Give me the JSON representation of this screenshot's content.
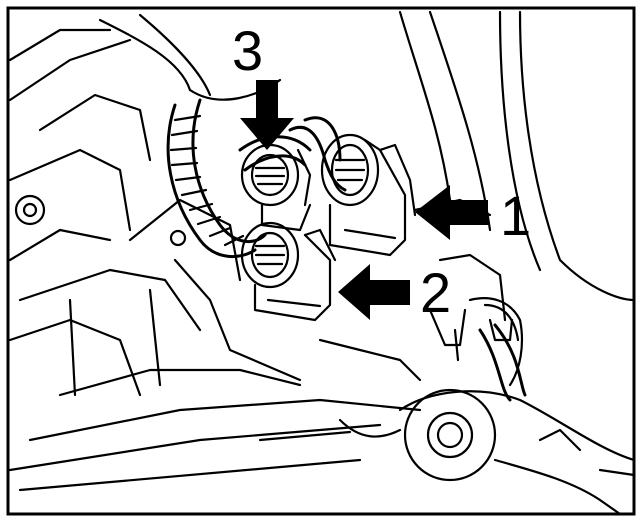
{
  "diagram": {
    "callouts": [
      {
        "id": "1",
        "text": "1",
        "pointer": "arrow-left"
      },
      {
        "id": "2",
        "text": "2",
        "pointer": "arrow-left"
      },
      {
        "id": "3",
        "text": "3",
        "pointer": "arrow-down"
      }
    ]
  },
  "colors": {
    "line": "#000000",
    "background": "#ffffff",
    "arrow": "#000000"
  }
}
